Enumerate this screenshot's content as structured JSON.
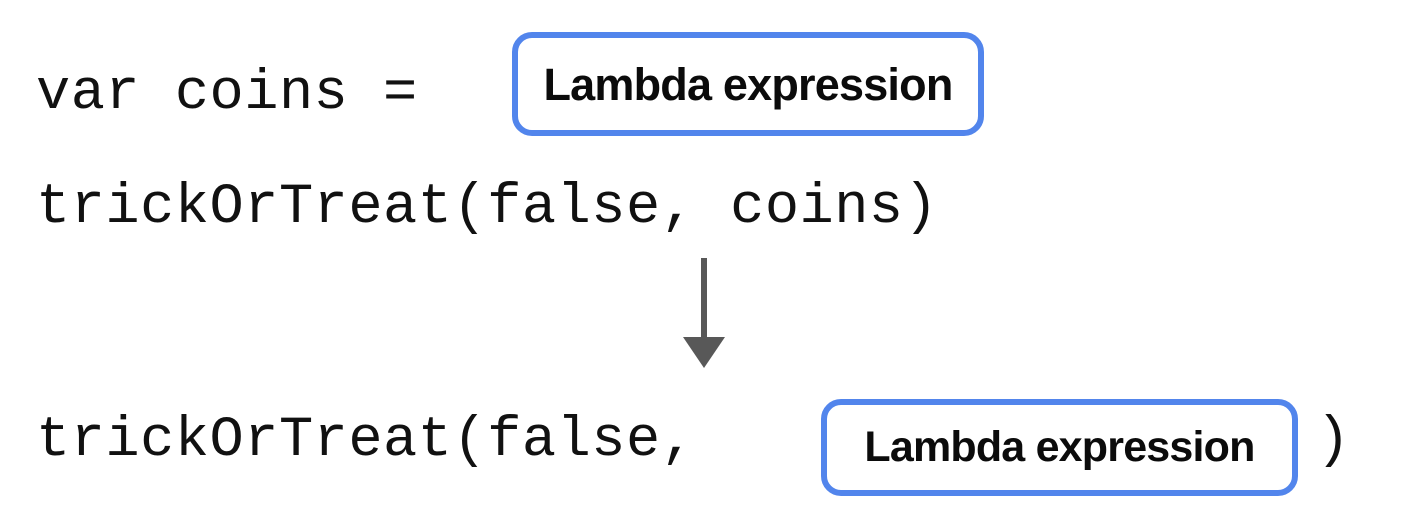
{
  "figure": {
    "background_color": "#ffffff",
    "accent_color": "#5285ec",
    "arrow_color": "#585858",
    "code_color": "#111111"
  },
  "code": {
    "line_1_before_box": "var coins = ",
    "line_2": "trickOrTreat(false, coins)",
    "line_3_before_box": "trickOrTreat(false, ",
    "line_3_after_box": ")"
  },
  "boxes": [
    {
      "id": "box-1",
      "label": "Lambda expression",
      "border_color": "#5285ec",
      "fill_color": "#ffffff"
    },
    {
      "id": "box-2",
      "label": "Lambda expression",
      "border_color": "#5285ec",
      "fill_color": "#ffffff"
    }
  ],
  "arrow": {
    "name": "down-arrow-icon",
    "direction": "down",
    "color": "#585858"
  }
}
